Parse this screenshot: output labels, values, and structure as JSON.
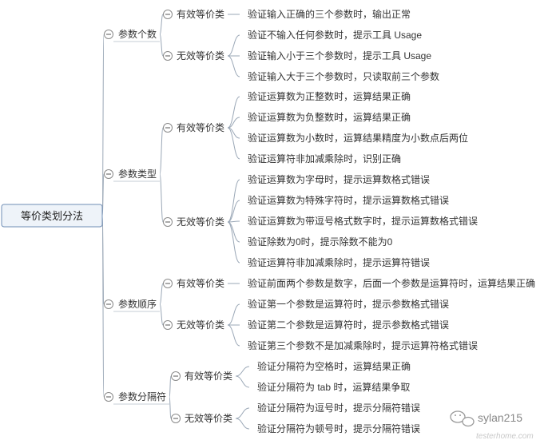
{
  "root": {
    "label": "等价类划分法"
  },
  "branches": [
    {
      "label": "参数个数",
      "groups": [
        {
          "label": "有效等价类",
          "leaves": [
            "验证输入正确的三个参数时，输出正常"
          ]
        },
        {
          "label": "无效等价类",
          "leaves": [
            "验证不输入任何参数时，提示工具 Usage",
            "验证输入小于三个参数时，提示工具 Usage",
            "验证输入大于三个参数时，只读取前三个参数"
          ]
        }
      ]
    },
    {
      "label": "参数类型",
      "groups": [
        {
          "label": "有效等价类",
          "leaves": [
            "验证运算数为正整数时，运算结果正确",
            "验证运算数为负整数时，运算结果正确",
            "验证运算数为小数时，运算结果精度为小数点后两位",
            "验证运算符非加减乘除时，识别正确"
          ]
        },
        {
          "label": "无效等价类",
          "leaves": [
            "验证运算数为字母时，提示运算数格式错误",
            "验证运算数为特殊字符时，提示运算数格式错误",
            "验证运算数为带逗号格式数字时，提示运算数格式错误",
            "验证除数为0时，提示除数不能为0",
            "验证运算符非加减乘除时，提示运算符错误"
          ]
        }
      ]
    },
    {
      "label": "参数顺序",
      "groups": [
        {
          "label": "有效等价类",
          "leaves": [
            "验证前面两个参数是数字，后面一个参数是运算符时，运算结果正确"
          ]
        },
        {
          "label": "无效等价类",
          "leaves": [
            "验证第一个参数是运算符时，提示参数格式错误",
            "验证第二个参数是运算符时，提示参数格式错误",
            "验证第三个参数不是加减乘除时，提示运算符格式错误"
          ]
        }
      ]
    },
    {
      "label": "参数分隔符",
      "groups": [
        {
          "label": "有效等价类",
          "leaves": [
            "验证分隔符为空格时，运算结果正确",
            "验证分隔符为 tab 时，运算结果争取"
          ]
        },
        {
          "label": "无效等价类",
          "leaves": [
            "验证分隔符为逗号时，提示分隔符错误",
            "验证分隔符为顿号时，提示分隔符错误"
          ]
        }
      ]
    }
  ],
  "watermark": {
    "name": "sylan215",
    "site": "testerhome.com",
    "icon": "wechat-icon"
  },
  "colors": {
    "line": "#9aa7b6",
    "root_fill": "#eef3f9",
    "root_border": "#6f8db5"
  }
}
